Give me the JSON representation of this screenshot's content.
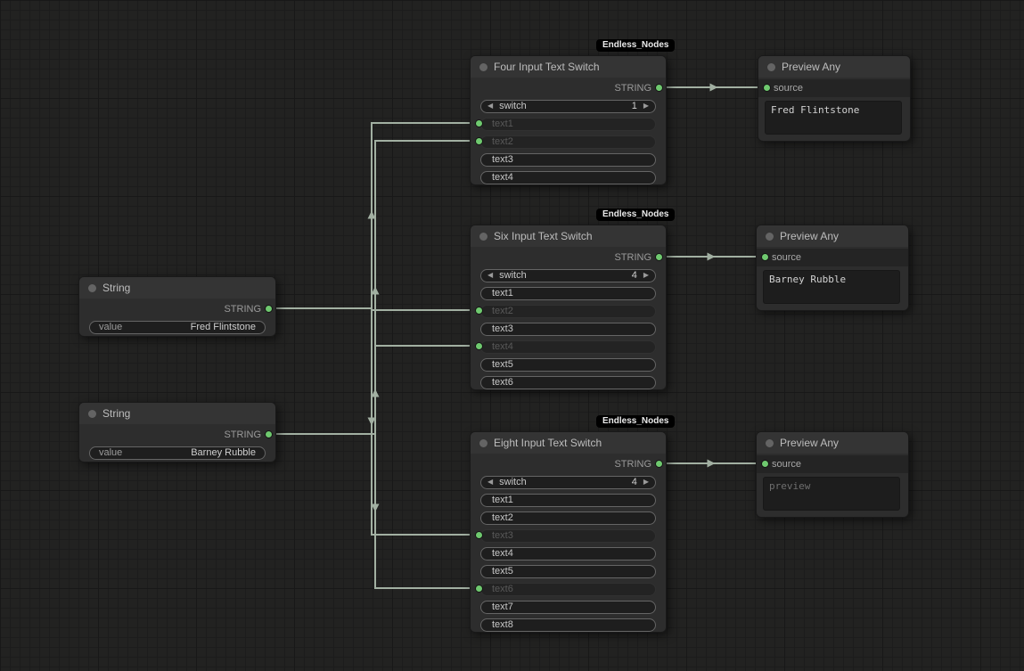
{
  "icons": {
    "prev": "◀",
    "next": "▶"
  },
  "badges": {
    "endless_nodes": "Endless_Nodes"
  },
  "string1": {
    "title": "String",
    "output_label": "STRING",
    "widget_label": "value",
    "widget_value": "Fred Flintstone"
  },
  "string2": {
    "title": "String",
    "output_label": "STRING",
    "widget_label": "value",
    "widget_value": "Barney Rubble"
  },
  "switch4": {
    "title": "Four Input Text Switch",
    "output_label": "STRING",
    "switch_label": "switch",
    "switch_value": "1",
    "rows": [
      {
        "label": "text1",
        "connected": true
      },
      {
        "label": "text2",
        "connected": true
      },
      {
        "label": "text3",
        "connected": false
      },
      {
        "label": "text4",
        "connected": false
      }
    ]
  },
  "switch6": {
    "title": "Six Input Text Switch",
    "output_label": "STRING",
    "switch_label": "switch",
    "switch_value": "4",
    "rows": [
      {
        "label": "text1",
        "connected": false
      },
      {
        "label": "text2",
        "connected": true
      },
      {
        "label": "text3",
        "connected": false
      },
      {
        "label": "text4",
        "connected": true
      },
      {
        "label": "text5",
        "connected": false
      },
      {
        "label": "text6",
        "connected": false
      }
    ]
  },
  "switch8": {
    "title": "Eight Input Text Switch",
    "output_label": "STRING",
    "switch_label": "switch",
    "switch_value": "4",
    "rows": [
      {
        "label": "text1",
        "connected": false
      },
      {
        "label": "text2",
        "connected": false
      },
      {
        "label": "text3",
        "connected": true
      },
      {
        "label": "text4",
        "connected": false
      },
      {
        "label": "text5",
        "connected": false
      },
      {
        "label": "text6",
        "connected": true
      },
      {
        "label": "text7",
        "connected": false
      },
      {
        "label": "text8",
        "connected": false
      }
    ]
  },
  "preview1": {
    "title": "Preview Any",
    "input_label": "source",
    "text": "Fred Flintstone"
  },
  "preview2": {
    "title": "Preview Any",
    "input_label": "source",
    "text": "Barney Rubble"
  },
  "preview3": {
    "title": "Preview Any",
    "input_label": "source",
    "text": "preview"
  }
}
